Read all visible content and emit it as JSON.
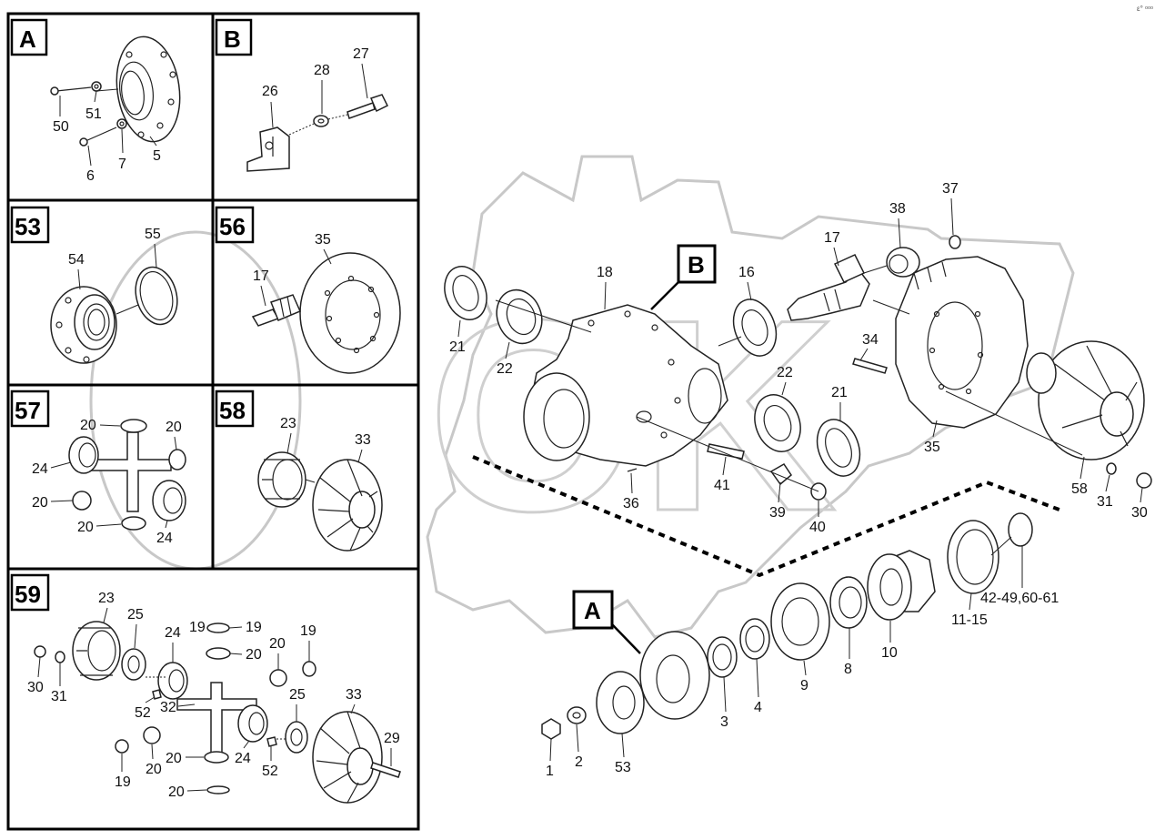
{
  "corner_mark": "ε° ᵒᵒᵒ",
  "panels": {
    "A": {
      "label": "A",
      "parts": [
        "50",
        "51",
        "6",
        "7",
        "5"
      ]
    },
    "B": {
      "label": "B",
      "parts": [
        "26",
        "28",
        "27"
      ]
    },
    "p53": {
      "label": "53",
      "parts": [
        "54",
        "55"
      ]
    },
    "p56": {
      "label": "56",
      "parts": [
        "17",
        "35"
      ]
    },
    "p57": {
      "label": "57",
      "parts": [
        "20",
        "20",
        "24",
        "20",
        "20",
        "24"
      ]
    },
    "p58": {
      "label": "58",
      "parts": [
        "23",
        "33"
      ]
    },
    "p59": {
      "label": "59",
      "parts": [
        "23",
        "25",
        "24",
        "19",
        "20",
        "20",
        "19",
        "30",
        "31",
        "52",
        "32",
        "20",
        "25",
        "33",
        "29",
        "19",
        "20",
        "20",
        "24",
        "52",
        "19"
      ]
    }
  },
  "callouts": {
    "A": "A",
    "B": "B"
  },
  "main_parts": [
    "18",
    "16",
    "17",
    "38",
    "37",
    "21",
    "22",
    "34",
    "22",
    "21",
    "35",
    "36",
    "41",
    "39",
    "40",
    "58",
    "31",
    "30",
    "42-49,60-61",
    "11-15",
    "10",
    "9",
    "8",
    "4",
    "3",
    "2",
    "1",
    "53"
  ],
  "watermark": {
    "color": "#c8c8c8"
  }
}
